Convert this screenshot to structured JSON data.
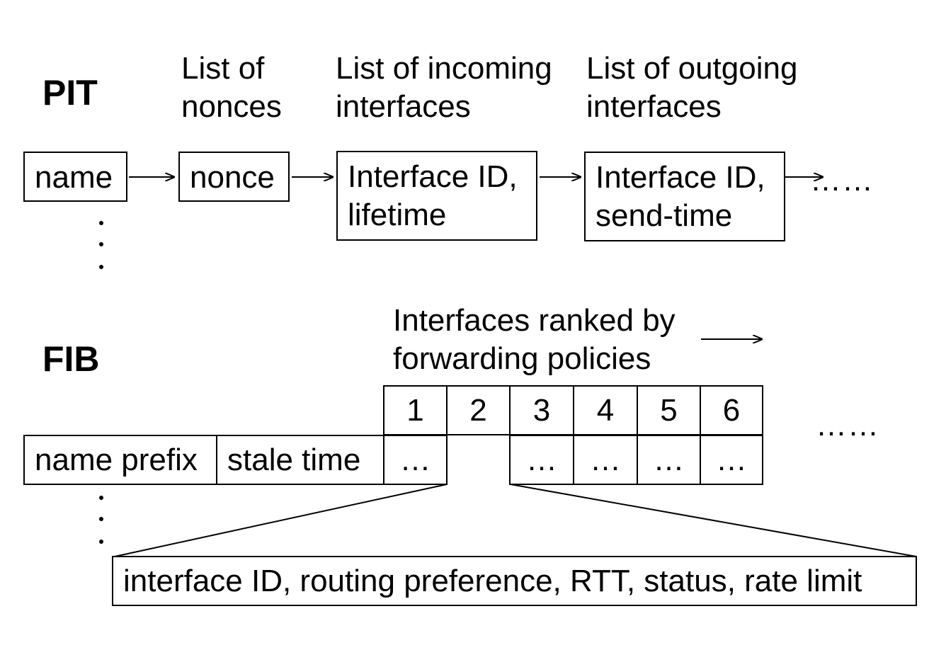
{
  "pit": {
    "heading": "PIT",
    "col_labels": {
      "nonces": [
        "List of",
        "nonces"
      ],
      "incoming": [
        "List of incoming",
        "interfaces"
      ],
      "outgoing": [
        "List of outgoing",
        "interfaces"
      ]
    },
    "boxes": {
      "name": "name",
      "nonce": "nonce",
      "incoming": [
        "Interface ID,",
        "lifetime"
      ],
      "outgoing": [
        "Interface ID,",
        "send-time"
      ]
    },
    "continuation": "……"
  },
  "fib": {
    "heading": "FIB",
    "ranked_label": [
      "Interfaces ranked by",
      "forwarding policies"
    ],
    "rank_numbers": [
      "1",
      "2",
      "3",
      "4",
      "5",
      "6"
    ],
    "continuation": "……",
    "row": {
      "name_prefix": "name prefix",
      "stale_time": "stale time",
      "entry_placeholder": "…"
    },
    "detail": "interface ID, routing preference, RTT, status, rate limit"
  }
}
